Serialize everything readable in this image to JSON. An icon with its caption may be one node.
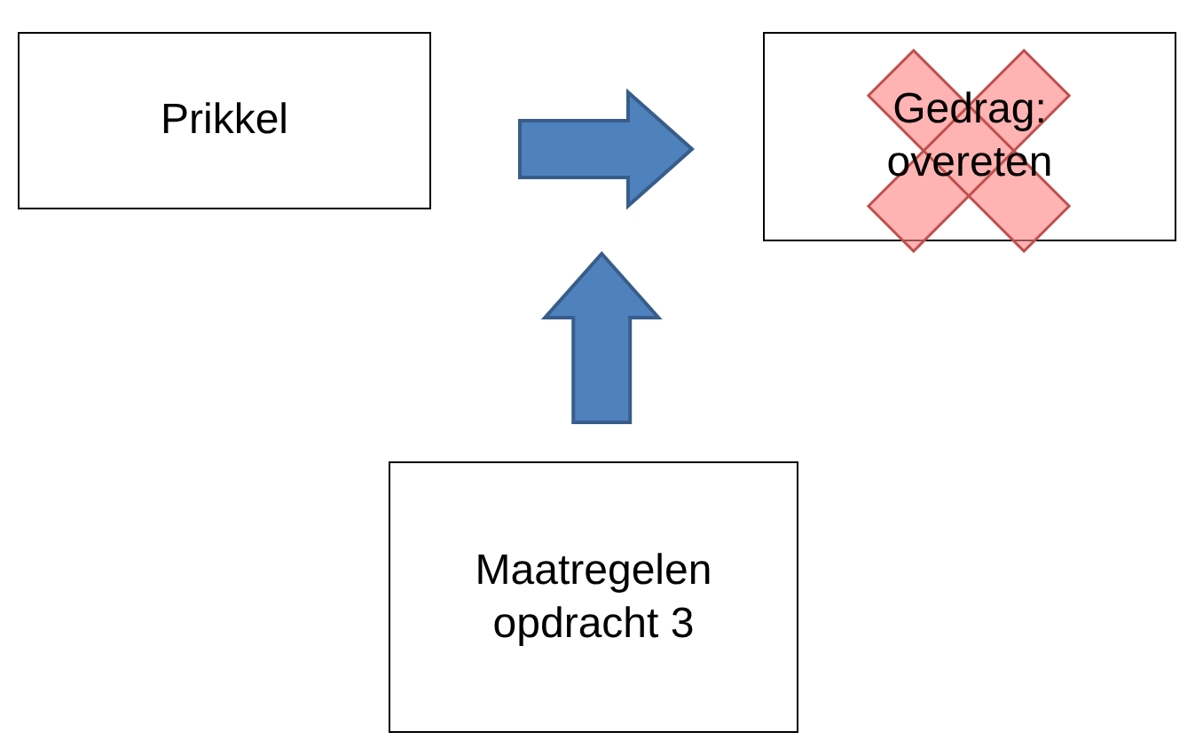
{
  "diagram": {
    "nodes": [
      {
        "text": [
          "Prikkel"
        ]
      },
      {
        "text": [
          "Gedrag: overeten"
        ]
      },
      {
        "text": [
          "Maatregelen opdracht 3"
        ]
      }
    ],
    "edges": [
      {
        "from": 0,
        "to": 1,
        "arrow": "to"
      },
      {
        "from": 2,
        "to": null,
        "arrow": "to"
      }
    ]
  }
}
